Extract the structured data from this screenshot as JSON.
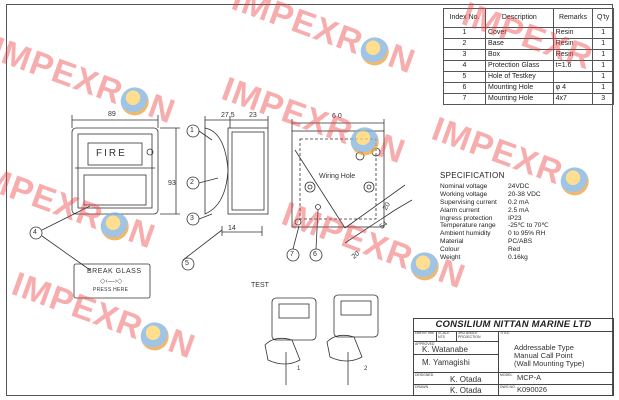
{
  "parts_table": {
    "headers": [
      "Index No.",
      "Description",
      "Remarks",
      "Q'ty"
    ],
    "rows": [
      [
        "1",
        "Cover",
        "Resin",
        "1"
      ],
      [
        "2",
        "Base",
        "Resin",
        "1"
      ],
      [
        "3",
        "Box",
        "Resin",
        "1"
      ],
      [
        "4",
        "Protection Glass",
        "t=1.6",
        "1"
      ],
      [
        "5",
        "Hole of Testkey",
        "",
        "1"
      ],
      [
        "6",
        "Mounting Hole",
        "φ 4",
        "1"
      ],
      [
        "7",
        "Mounting Hole",
        "4x7",
        "3"
      ]
    ]
  },
  "drawing": {
    "front_label": "FIRE",
    "dim_width": "89",
    "dim_height": "93",
    "side_dim_a": "27.5",
    "side_dim_b": "23",
    "side_dim_c": "14",
    "rear_dim_top": "6 0",
    "rear_dim_a": "20",
    "rear_dim_b": "20",
    "rear_dim_c": "54",
    "wiring_hole": "Wiring Hole",
    "break_glass_line1": "BREAK GLASS",
    "break_glass_line2": "PRESS HERE",
    "test_label": "TEST",
    "callouts": [
      "1",
      "2",
      "3",
      "4",
      "5",
      "6",
      "7"
    ],
    "step_1": "1",
    "step_2": "2"
  },
  "specification": {
    "heading": "SPECIFICATION",
    "rows": [
      [
        "Nominal voltage",
        "24VDC"
      ],
      [
        "Working voltage",
        "20-38 VDC"
      ],
      [
        "Supervising current",
        "0.2 mA"
      ],
      [
        "Alarm current",
        "2.5 mA"
      ],
      [
        "Ingress protection",
        "IP23"
      ],
      [
        "Temperature range",
        "-25℃ to 70℃"
      ],
      [
        "Ambient humidity",
        "0 to 95% RH"
      ],
      [
        "Material",
        "PC/ABS"
      ],
      [
        "Colour",
        "Red"
      ],
      [
        "Weight",
        "0.16kg"
      ]
    ]
  },
  "title_block": {
    "company": "CONSILIUM NITTAN MARINE LTD",
    "dim_unit": "DIM BY mm",
    "scale": "SCALE NTS",
    "projection": "3RD ANGLE PROJECTION",
    "title_label": "TITLE",
    "approved_label": "APPROVED",
    "approved_by": "K. Watanabe",
    "checked_by": "M. Yamagishi",
    "designed_label": "DESIGNED",
    "designed_by": "K. Otada",
    "drawn_label": "DRAWN",
    "drawn_by": "K. Otada",
    "description_1": "Addressable Type",
    "description_2": "Manual Call Point",
    "description_3": "(Wall Mounting Type)",
    "model_label": "MODEL",
    "model": "MCP-A",
    "drawing_no_label": "DWG NO.",
    "drawing_no": "K090026"
  },
  "watermark": {
    "text_1": "IMPEXR",
    "text_2": "N"
  },
  "colors": {
    "watermark": "#eb3c3c",
    "line": "#333333"
  }
}
